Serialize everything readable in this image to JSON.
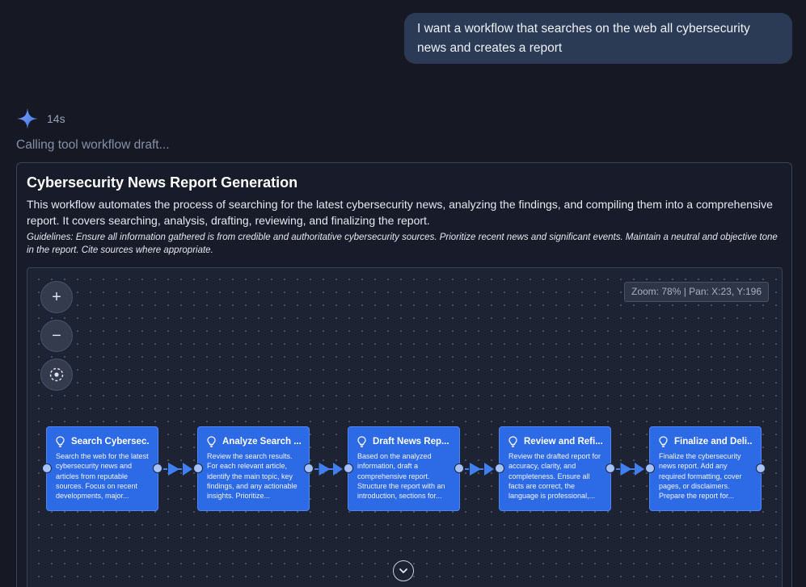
{
  "user_message": "I want a workflow that searches on the web all cybersecurity news and creates a report",
  "agent": {
    "elapsed": "14s",
    "tool_status": "Calling tool workflow draft..."
  },
  "workflow": {
    "title": "Cybersecurity News Report Generation",
    "description": "This workflow automates the process of searching for the latest cybersecurity news, analyzing the findings, and compiling them into a comprehensive report. It covers searching, analysis, drafting, reviewing, and finalizing the report.",
    "guidelines": "Guidelines: Ensure all information gathered is from credible and authoritative cybersecurity sources. Prioritize recent news and significant events. Maintain a neutral and objective tone in the report. Cite sources where appropriate.",
    "canvas": {
      "zoom_readout": "Zoom: 78% | Pan: X:23, Y:196",
      "controls": {
        "zoom_in": "+",
        "zoom_out": "−"
      }
    },
    "nodes": [
      {
        "title": "Search Cybersec...",
        "description": "Search the web for the latest cybersecurity news and articles from reputable sources. Focus on recent developments, major..."
      },
      {
        "title": "Analyze Search ...",
        "description": "Review the search results. For each relevant article, identify the main topic, key findings, and any actionable insights. Prioritize..."
      },
      {
        "title": "Draft News Rep...",
        "description": "Based on the analyzed information, draft a comprehensive report. Structure the report with an introduction, sections for..."
      },
      {
        "title": "Review and Refi...",
        "description": "Review the drafted report for accuracy, clarity, and completeness. Ensure all facts are correct, the language is professional,..."
      },
      {
        "title": "Finalize and Deli...",
        "description": "Finalize the cybersecurity news report. Add any required formatting, cover pages, or disclaimers. Prepare the report for..."
      }
    ]
  },
  "colors": {
    "background": "#161824",
    "user_bubble": "#2b3a55",
    "node": "#2d6ae6",
    "edge": "#3f7ff0"
  }
}
